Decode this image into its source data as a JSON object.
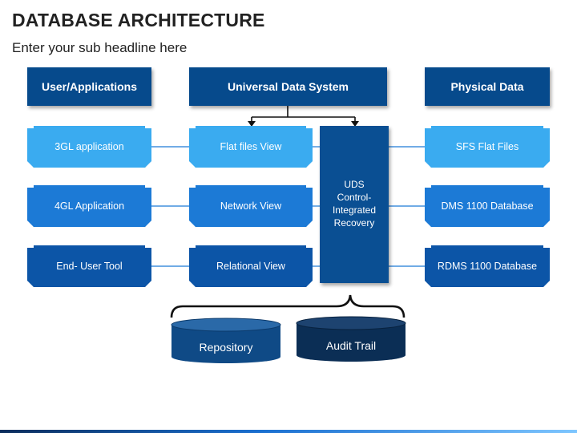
{
  "title": "DATABASE ARCHITECTURE",
  "subtitle": "Enter your sub headline here",
  "headers": {
    "left": "User/Applications",
    "middle": "Universal Data System",
    "right": "Physical Data"
  },
  "left_items": [
    "3GL application",
    "4GL Application",
    "End- User Tool"
  ],
  "middle_items": [
    "Flat files View",
    "Network View",
    "Relational View"
  ],
  "right_items": [
    "SFS Flat Files",
    "DMS 1100 Database",
    "RDMS 1100 Database"
  ],
  "uds_block": "UDS\nControl-\nIntegrated\nRecovery",
  "databases": [
    "Repository",
    "Audit Trail"
  ],
  "colors": {
    "light": "#3aabf0",
    "medium": "#1c7ad6",
    "dark": "#0c55a7",
    "header": "#064a8c",
    "db_top": "#0f4a86",
    "db_dark": "#0b2e55"
  }
}
